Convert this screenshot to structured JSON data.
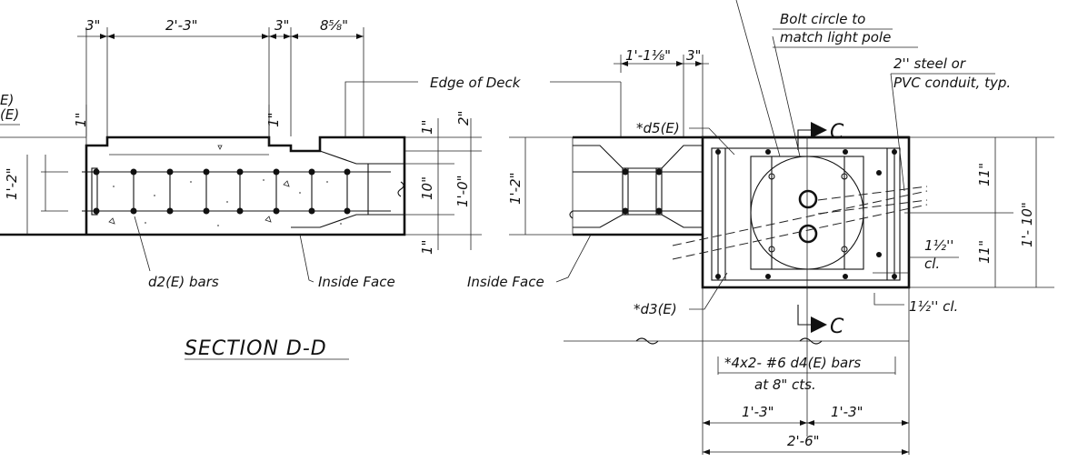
{
  "labels": {
    "edge_of_deck": "Edge of Deck",
    "d2_bars": "d2(E) bars",
    "inside_face_left": "Inside Face",
    "inside_face_right": "Inside Face",
    "section_title": "SECTION D-D",
    "left_edge_top": "E)",
    "left_edge_bottom": "(E)",
    "d5": "*d5(E)",
    "d3": "*d3(E)",
    "bolt_circle_1": "Bolt circle to",
    "bolt_circle_2": "match light pole",
    "conduit_1": "2'' steel or",
    "conduit_2": "PVC conduit, typ.",
    "section_c": "C",
    "bars_1": "*4x2- #6  d4(E) bars",
    "bars_2": "at 8\" cts.",
    "cl_1": "1½''",
    "cl_1b": "cl.",
    "cl_2": "1½'' cl."
  },
  "dims": {
    "top_3a": "3\"",
    "top_2_3": "2'-3\"",
    "top_3b": "3\"",
    "top_8_5_8": "8⅝\"",
    "l_1a": "1\"",
    "l_1b": "1\"",
    "r_1": "1\"",
    "r_2": "2\"",
    "r_10": "10\"",
    "r_1_0": "1'-0\"",
    "r_1c": "1\"",
    "left_1_2": "1'-2\"",
    "mid_1_2": "1'-2\"",
    "mid_1_1_8": "1'-1⅛\"",
    "mid_3": "3\"",
    "r_11a": "11\"",
    "r_11b": "11\"",
    "r_1_10": "1'- 10\"",
    "b_1_3a": "1'-3\"",
    "b_1_3b": "1'-3\"",
    "b_2_6": "2'-6\""
  }
}
